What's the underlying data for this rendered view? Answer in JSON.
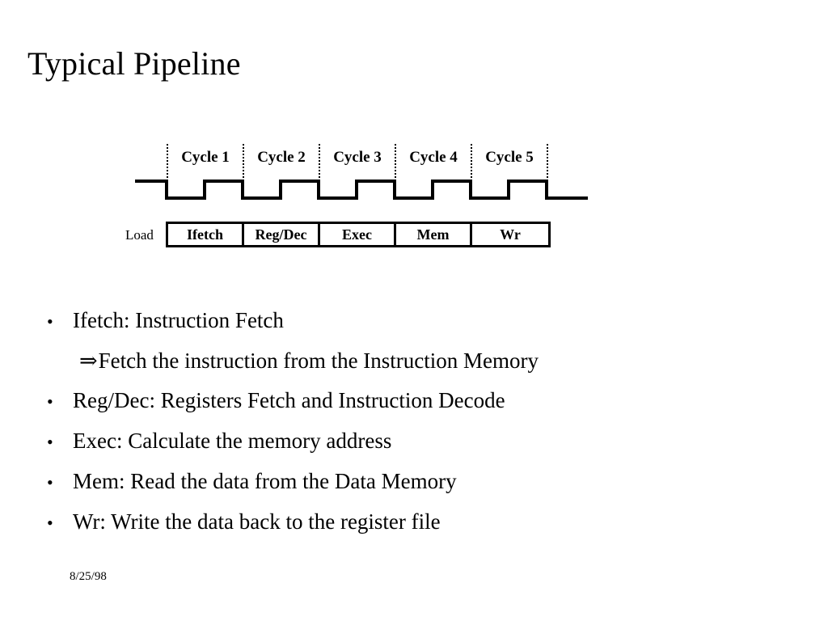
{
  "slide": {
    "title": "Typical Pipeline",
    "footer_date": "8/25/98",
    "background_color": "#ffffff",
    "text_color": "#000000"
  },
  "diagram": {
    "name": "pipeline-timing-diagram",
    "cycles": [
      {
        "label": "Cycle 1"
      },
      {
        "label": "Cycle 2"
      },
      {
        "label": "Cycle 3"
      },
      {
        "label": "Cycle 4"
      },
      {
        "label": "Cycle 5"
      }
    ],
    "row_label": "Load",
    "stages": [
      {
        "label": "Ifetch"
      },
      {
        "label": "Reg/Dec"
      },
      {
        "label": "Exec"
      },
      {
        "label": "Mem"
      },
      {
        "label": "Wr"
      }
    ],
    "clock": {
      "cycles_shown": 5,
      "starts_high": true,
      "stroke_color": "#000000"
    }
  },
  "bullets": [
    {
      "marker": "•",
      "text": "Ifetch: Instruction Fetch",
      "sub": {
        "arrow": "⇒",
        "text": "Fetch the instruction from the Instruction Memory"
      }
    },
    {
      "marker": "•",
      "text": "Reg/Dec: Registers Fetch  and Instruction Decode"
    },
    {
      "marker": "•",
      "text": "Exec: Calculate the memory address"
    },
    {
      "marker": "•",
      "text": "Mem: Read the data from the Data Memory"
    },
    {
      "marker": "•",
      "text": "Wr: Write the data back to the register file"
    }
  ]
}
